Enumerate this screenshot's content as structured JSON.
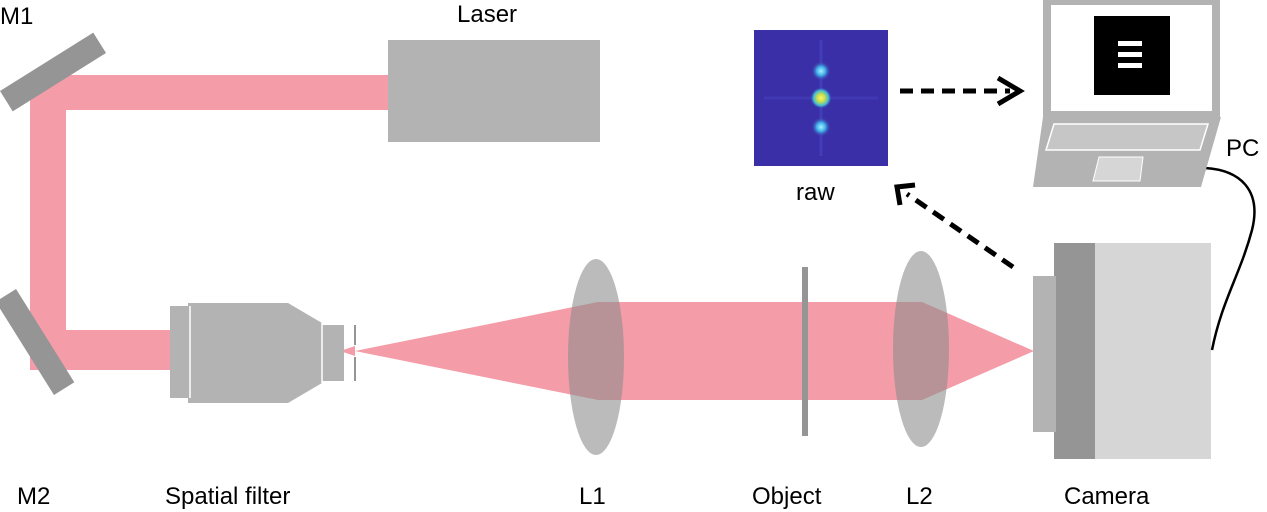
{
  "labels": {
    "m1": "M1",
    "m2": "M2",
    "laser": "Laser",
    "spatial_filter": "Spatial filter",
    "l1": "L1",
    "object": "Object",
    "l2": "L2",
    "camera": "Camera",
    "raw": "raw",
    "pc": "PC"
  },
  "icons": {
    "arrow_to_pc": "dashed-arrow-right-icon",
    "arrow_to_raw": "dashed-arrow-up-left-icon"
  },
  "colors": {
    "beam": "#f49ca8",
    "component_gray": "#b3b3b3",
    "dark_gray": "#959595",
    "light_gray": "#d6d6d6",
    "raw_background": "#3a2fa6",
    "screen_black": "#000000",
    "spot": "#f0e040"
  }
}
